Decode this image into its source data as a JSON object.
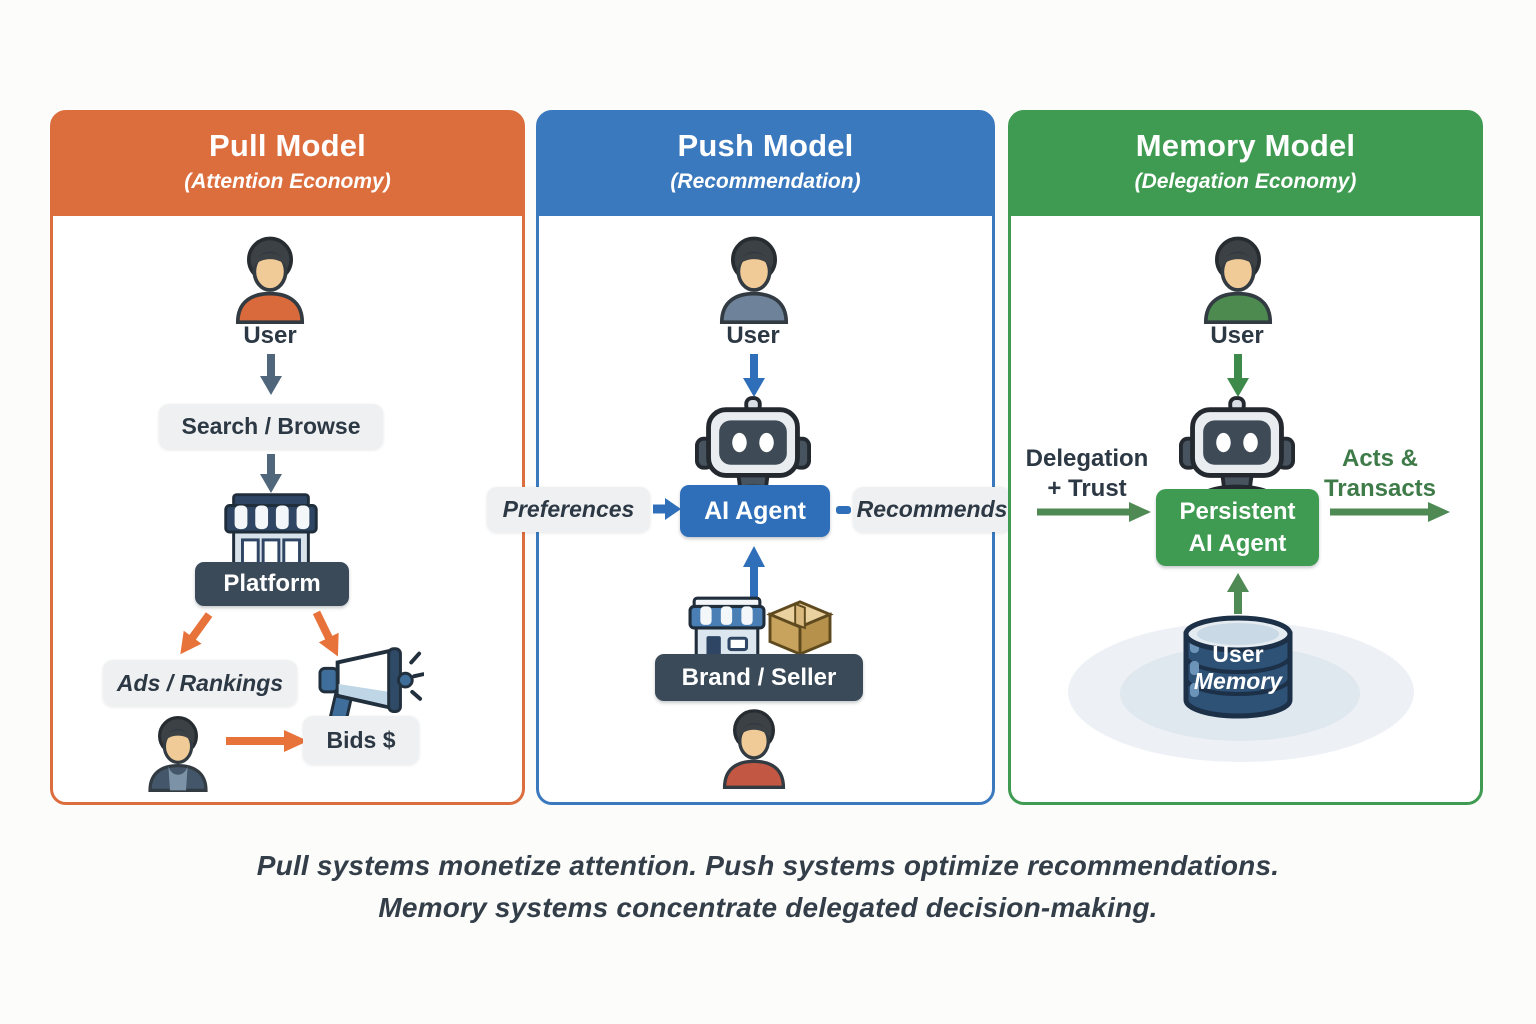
{
  "colors": {
    "pull_accent": "#DC6E3E",
    "push_accent": "#3B79BE",
    "memory_accent": "#3F9B51",
    "dark_box": "#3A4A58",
    "light_box": "#EFF0F2",
    "arrow_slate": "#50677B",
    "arrow_orange": "#E8733A",
    "arrow_blue": "#2F6FBA",
    "arrow_green": "#4F8A55",
    "database_blue": "#2E5176",
    "acts_text_green": "#3E7B48",
    "text_dark": "#2C3844"
  },
  "icons": {
    "pull_user": "person-icon",
    "pull_platform": "storefront-icon",
    "pull_megaphone": "megaphone-icon",
    "pull_advertiser": "person-icon",
    "push_user": "person-icon",
    "push_agent": "robot-icon",
    "push_brand": "storefront-icon",
    "push_package": "package-box-icon",
    "push_seller": "person-icon",
    "memory_user": "person-icon",
    "memory_agent": "robot-icon",
    "memory_database": "database-icon"
  },
  "panels": {
    "pull": {
      "title": "Pull Model",
      "subtitle": "(Attention Economy)",
      "user_label": "User",
      "search_label": "Search / Browse",
      "platform_label": "Platform",
      "ads_label": "Ads / Rankings",
      "bids_label": "Bids $"
    },
    "push": {
      "title": "Push Model",
      "subtitle": "(Recommendation)",
      "user_label": "User",
      "preferences_label": "Preferences",
      "agent_label": "AI Agent",
      "recommends_label": "Recommends",
      "brand_label": "Brand / Seller"
    },
    "memory": {
      "title": "Memory Model",
      "subtitle": "(Delegation Economy)",
      "user_label": "User",
      "delegation_label": "Delegation\n+ Trust",
      "agent_label": "Persistent\nAI Agent",
      "acts_label": "Acts &\nTransacts",
      "memory_word1": "User",
      "memory_word2": "Memory"
    }
  },
  "caption": {
    "line1": "Pull systems monetize attention. Push systems optimize recommendations.",
    "line2": "Memory systems concentrate delegated decision-making."
  }
}
